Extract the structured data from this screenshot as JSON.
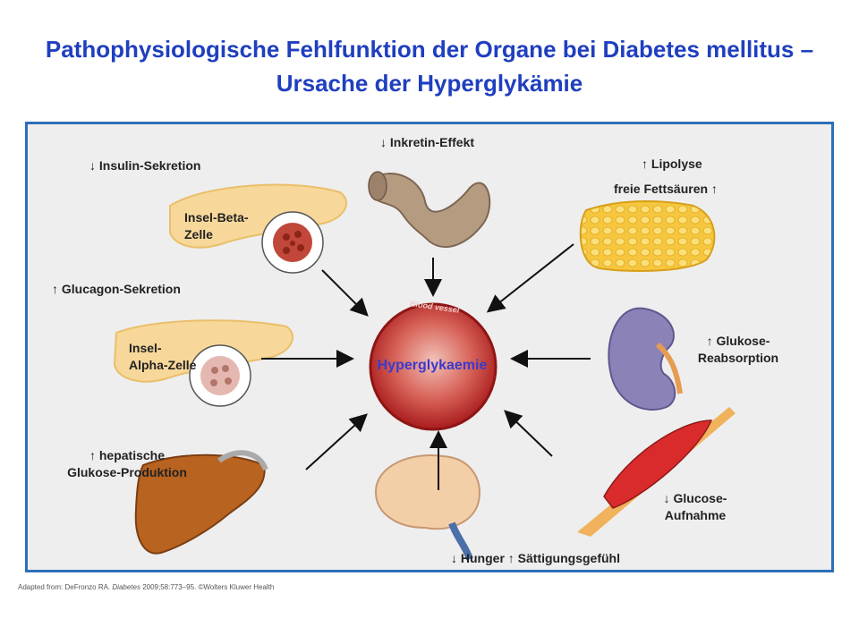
{
  "title": "Pathophysiologische Fehlfunktion der Organe bei Diabetes mellitus – Ursache der Hyperglykämie",
  "center": {
    "label": "Hyperglykaemie",
    "vessel_label": "Blood vessel"
  },
  "labels": {
    "insulin": "↓ Insulin-Sekretion",
    "beta_line1": "Insel-Beta-",
    "beta_line2": "Zelle",
    "inkretin": "↓ Inkretin-Effekt",
    "lipolyse": "↑ Lipolyse",
    "fettsaeuren": "freie Fettsäuren ↑",
    "glucagon": "↑ Glucagon-Sekretion",
    "alpha_line1": "Insel-",
    "alpha_line2": "Alpha-Zelle",
    "reabs_line1": "↑ Glukose-",
    "reabs_line2": "Reabsorption",
    "hepat_line1": "↑ hepatische",
    "hepat_line2": "Glukose-Produktion",
    "uptake_line1": "↓ Glucose-",
    "uptake_line2": "Aufnahme",
    "hunger": "↓ Hunger ↑ Sättigungsgefühl"
  },
  "source": {
    "prefix": "Adapted from: DeFronzo RA. ",
    "journal": "Diabetes",
    "suffix": " 2009;58:773–95. ©Wolters Kluwer Health"
  },
  "colors": {
    "title": "#1f3fbf",
    "panel_border": "#2d6fb7",
    "panel_bg": "#eeeeee",
    "center_text": "#3a3acf",
    "vessel": "#c42a2a"
  }
}
